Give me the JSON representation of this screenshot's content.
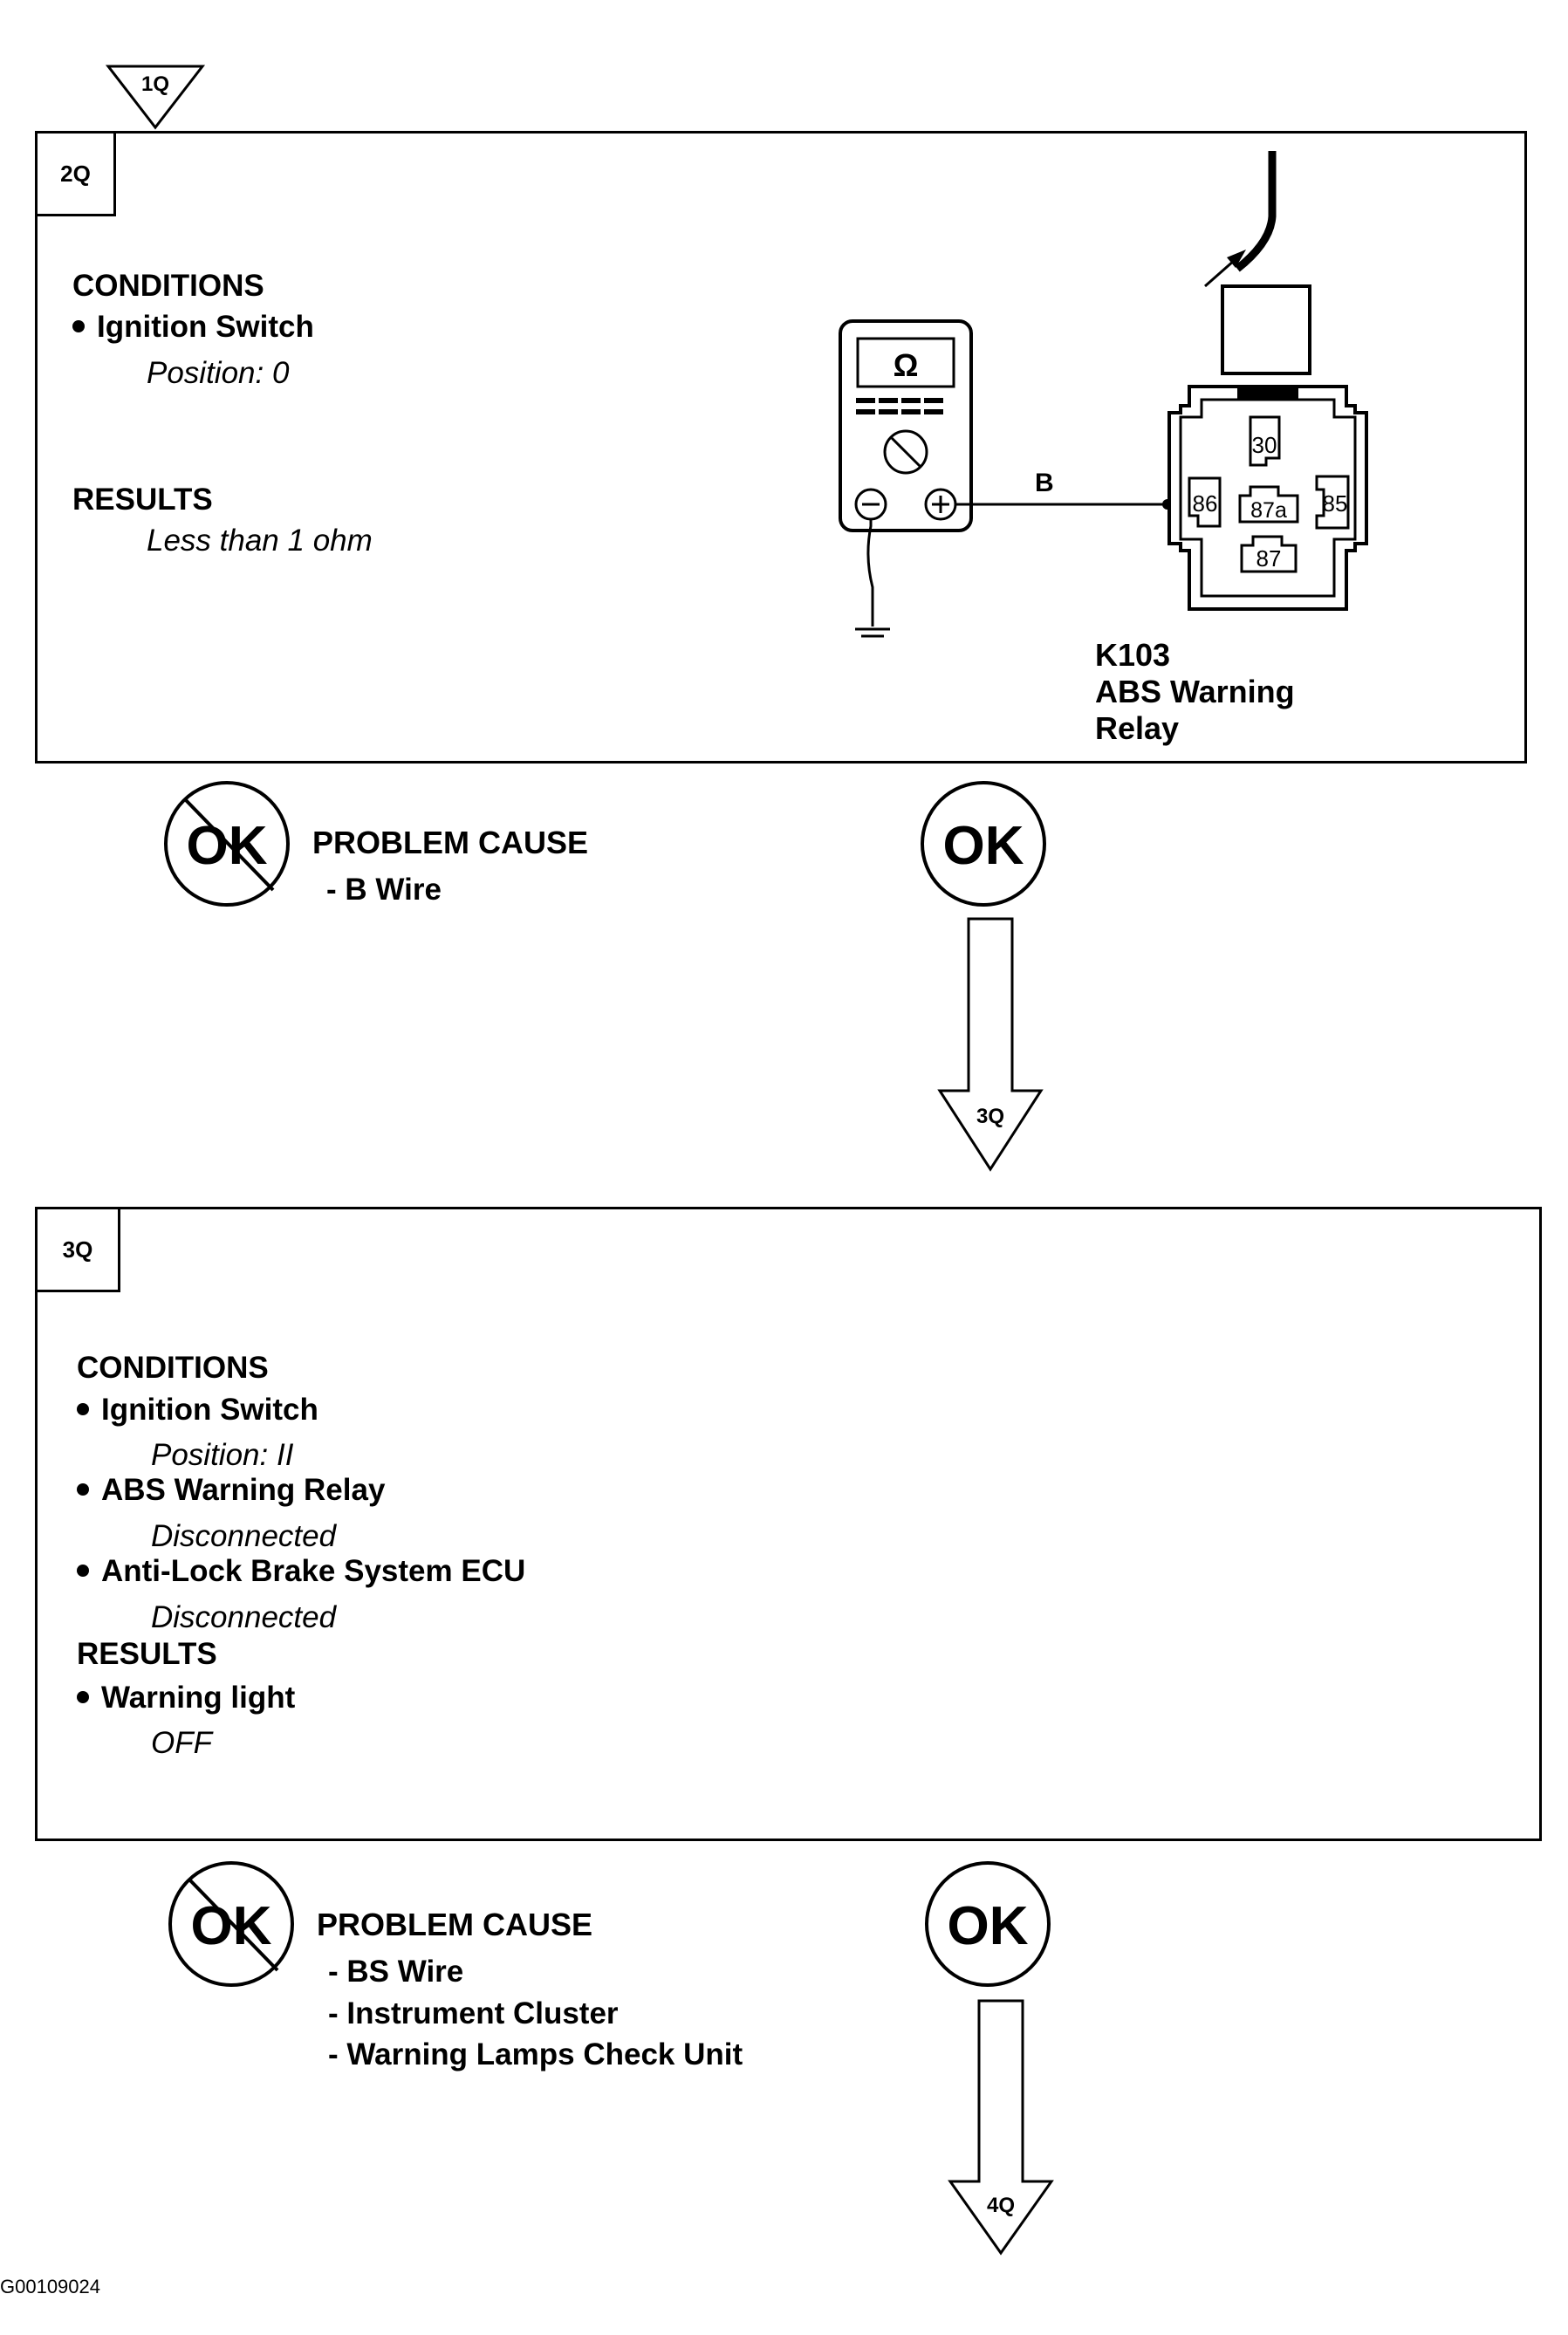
{
  "top_marker": "1Q",
  "step2": {
    "tag": "2Q",
    "conditions_label": "CONDITIONS",
    "condition_item": "Ignition Switch",
    "condition_value": "Position: 0",
    "results_label": "RESULTS",
    "result_value": "Less than 1 ohm",
    "meter_symbol": "Ω",
    "wire_label": "B",
    "relay_pins": [
      "30",
      "86",
      "87a",
      "85",
      "87"
    ],
    "relay_id": "K103",
    "relay_name_line1": "ABS Warning",
    "relay_name_line2": "Relay",
    "not_ok_label": "OK",
    "problem_cause_label": "PROBLEM CAUSE",
    "causes": [
      "- B  Wire"
    ],
    "ok_label": "OK",
    "next_step": "3Q"
  },
  "step3": {
    "tag": "3Q",
    "conditions_label": "CONDITIONS",
    "conditions": [
      {
        "item": "Ignition Switch",
        "value": "Position: II"
      },
      {
        "item": "ABS Warning Relay",
        "value": "Disconnected"
      },
      {
        "item": "Anti-Lock Brake System ECU",
        "value": "Disconnected"
      }
    ],
    "results_label": "RESULTS",
    "result_item": "Warning light",
    "result_value": "OFF",
    "not_ok_label": "OK",
    "problem_cause_label": "PROBLEM CAUSE",
    "causes": [
      "-  BS  Wire",
      "-  Instrument Cluster",
      "-  Warning Lamps Check Unit"
    ],
    "ok_label": "OK",
    "next_step": "4Q"
  },
  "figure_code": "G00109024"
}
